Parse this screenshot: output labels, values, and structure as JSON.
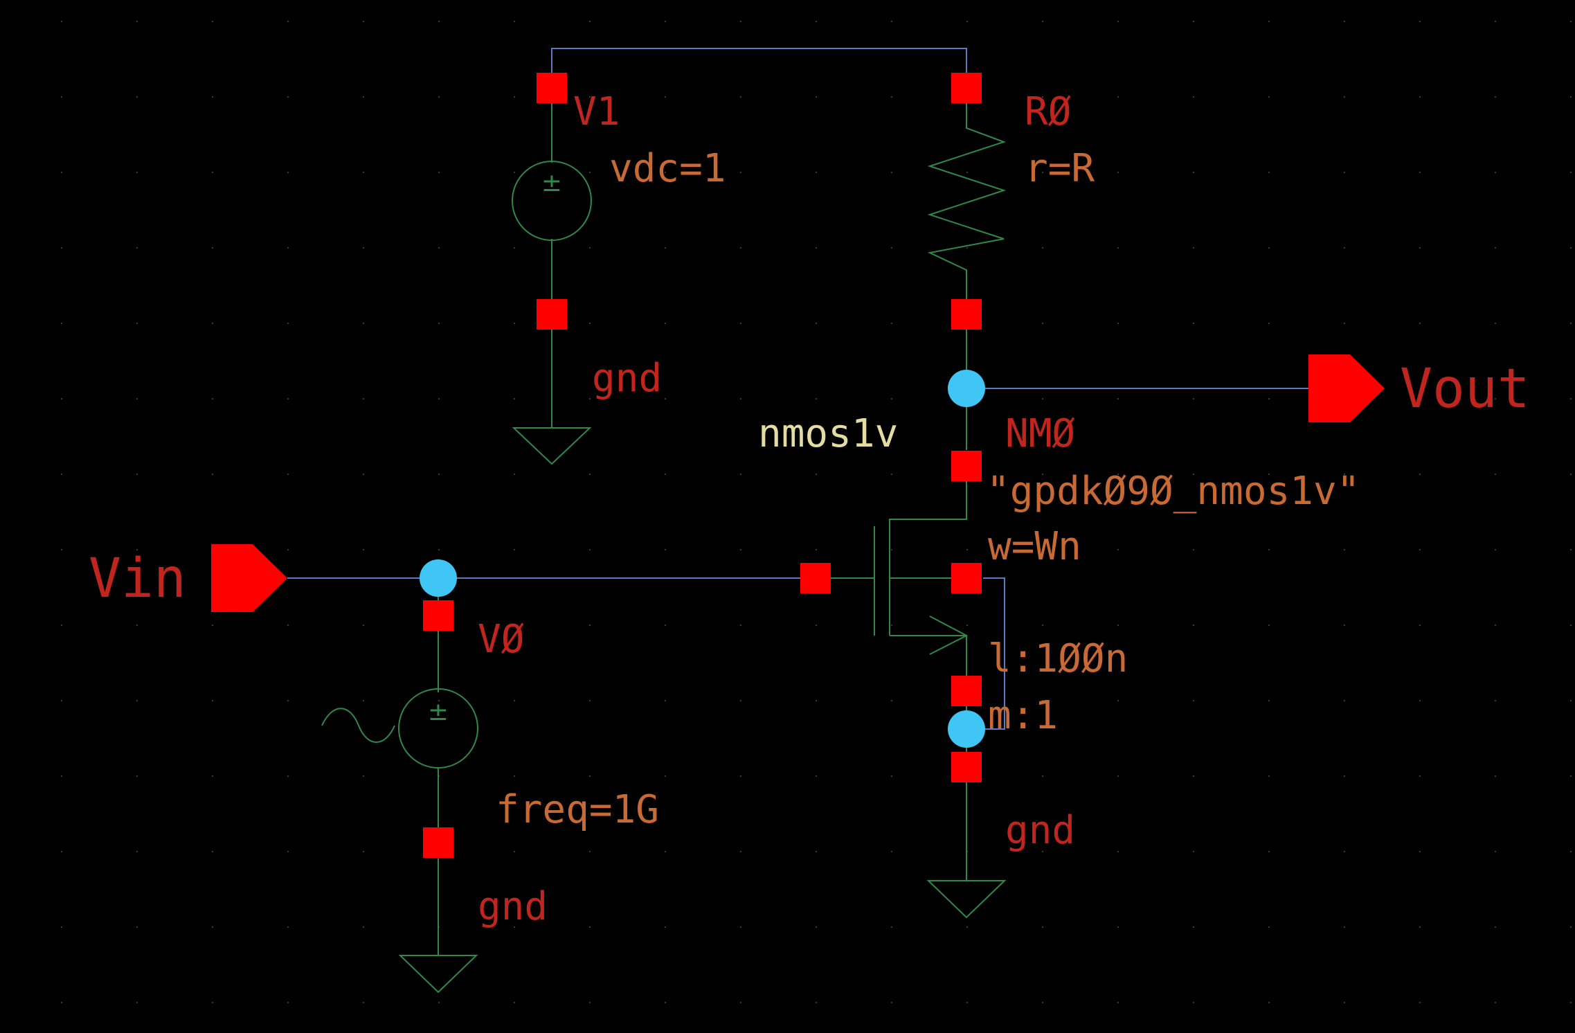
{
  "colors": {
    "background": "#000000",
    "wire": "#5a7bc4",
    "symbol": "#2f8a4a",
    "pin": "#ff0000",
    "node": "#3fc6f5",
    "instance_label": "#c1251d",
    "param_label": "#c96a34",
    "cell_label": "#e4dca0"
  },
  "labels": {
    "v1_name": "V1",
    "v1_param": "vdc=1",
    "v1_gnd": "gnd",
    "r0_name": "RØ",
    "r0_param": "r=R",
    "nm0_cell": "nmos1v",
    "nm0_name": "NMØ",
    "nm0_model": "\"gpdkØ9Ø_nmos1v\"",
    "nm0_w": "w=Wn",
    "nm0_l": "l:1ØØn",
    "nm0_m": "m:1",
    "nm0_gnd": "gnd",
    "v0_name": "VØ",
    "v0_param": "freq=1G",
    "v0_gnd": "gnd",
    "pin_vin": "Vin",
    "pin_vout": "Vout"
  },
  "icons": {
    "dc_source": "dc-voltage-source-icon",
    "ac_source": "sine-voltage-source-icon",
    "resistor": "resistor-icon",
    "nmos": "nmos-transistor-icon",
    "ground": "ground-icon",
    "pin": "io-pin-icon"
  }
}
